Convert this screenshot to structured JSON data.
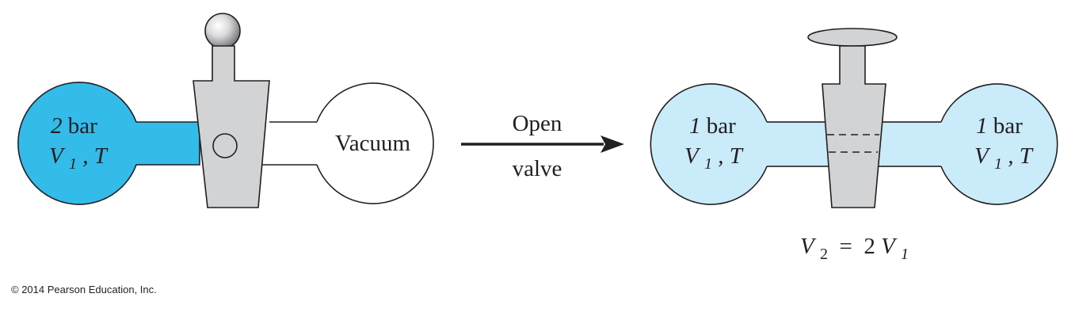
{
  "left_apparatus": {
    "pressure_value": "2",
    "pressure_unit": "bar",
    "state_var": "V",
    "state_sub": "1",
    "state_rest": ", T",
    "right_bulb_label": "Vacuum"
  },
  "arrow": {
    "label_top": "Open",
    "label_bottom": "valve"
  },
  "right_apparatus": {
    "left_pressure_value": "1",
    "left_pressure_unit": "bar",
    "left_state_var": "V",
    "left_state_sub": "1",
    "left_state_rest": ", T",
    "right_pressure_value": "1",
    "right_pressure_unit": "bar",
    "right_state_var": "V",
    "right_state_sub": "1",
    "right_state_rest": ", T"
  },
  "equation": {
    "lhs_var": "V",
    "lhs_sub": "2",
    "eq_sign": " = ",
    "rhs_coeff": "2",
    "rhs_var": "V",
    "rhs_sub": "1"
  },
  "copyright": "© 2014 Pearson Education, Inc.",
  "colors": {
    "full_gas": "#33bbea",
    "half_gas": "#c9ebfa",
    "valve_gray": "#d1d3d4",
    "stroke": "#231f20"
  }
}
